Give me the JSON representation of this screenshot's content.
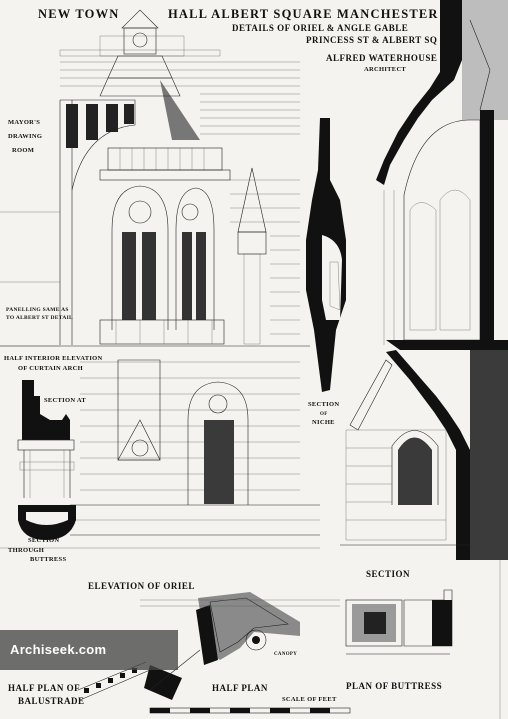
{
  "title": {
    "left": "NEW TOWN",
    "right": "HALL ALBERT SQUARE MANCHESTER",
    "sub1": "DETAILS OF ORIEL & ANGLE GABLE",
    "sub2": "PRINCESS ST & ALBERT SQ"
  },
  "architect": {
    "name": "ALFRED WATERHOUSE",
    "role": "ARCHITECT"
  },
  "labels": {
    "mayors_1": "MAYOR'S",
    "mayors_2": "DRAWING",
    "mayors_3": "ROOM",
    "panelling_1": "PANELLING SAME AS",
    "panelling_2": "TO ALBERT ST DETAIL",
    "half_interior_1": "HALF INTERIOR ELEVATION",
    "half_interior_2": "OF CURTAIN ARCH",
    "section_at": "SECTION AT",
    "section_niche_1": "SECTION",
    "section_niche_2": "OF",
    "section_niche_3": "NICHE",
    "section_buttress_1": "SECTION",
    "section_buttress_2": "THROUGH",
    "section_buttress_3": "BUTTRESS",
    "elevation_oriel": "ELEVATION OF ORIEL",
    "section_right": "SECTION",
    "canopy": "CANOPY",
    "half_plan_balustrade_1": "HALF PLAN OF",
    "half_plan_balustrade_2": "BALUSTRADE",
    "half_plan": "HALF PLAN",
    "plan_buttress": "PLAN OF BUTTRESS",
    "scale": "SCALE OF FEET"
  },
  "watermark": "Archiseek.com"
}
